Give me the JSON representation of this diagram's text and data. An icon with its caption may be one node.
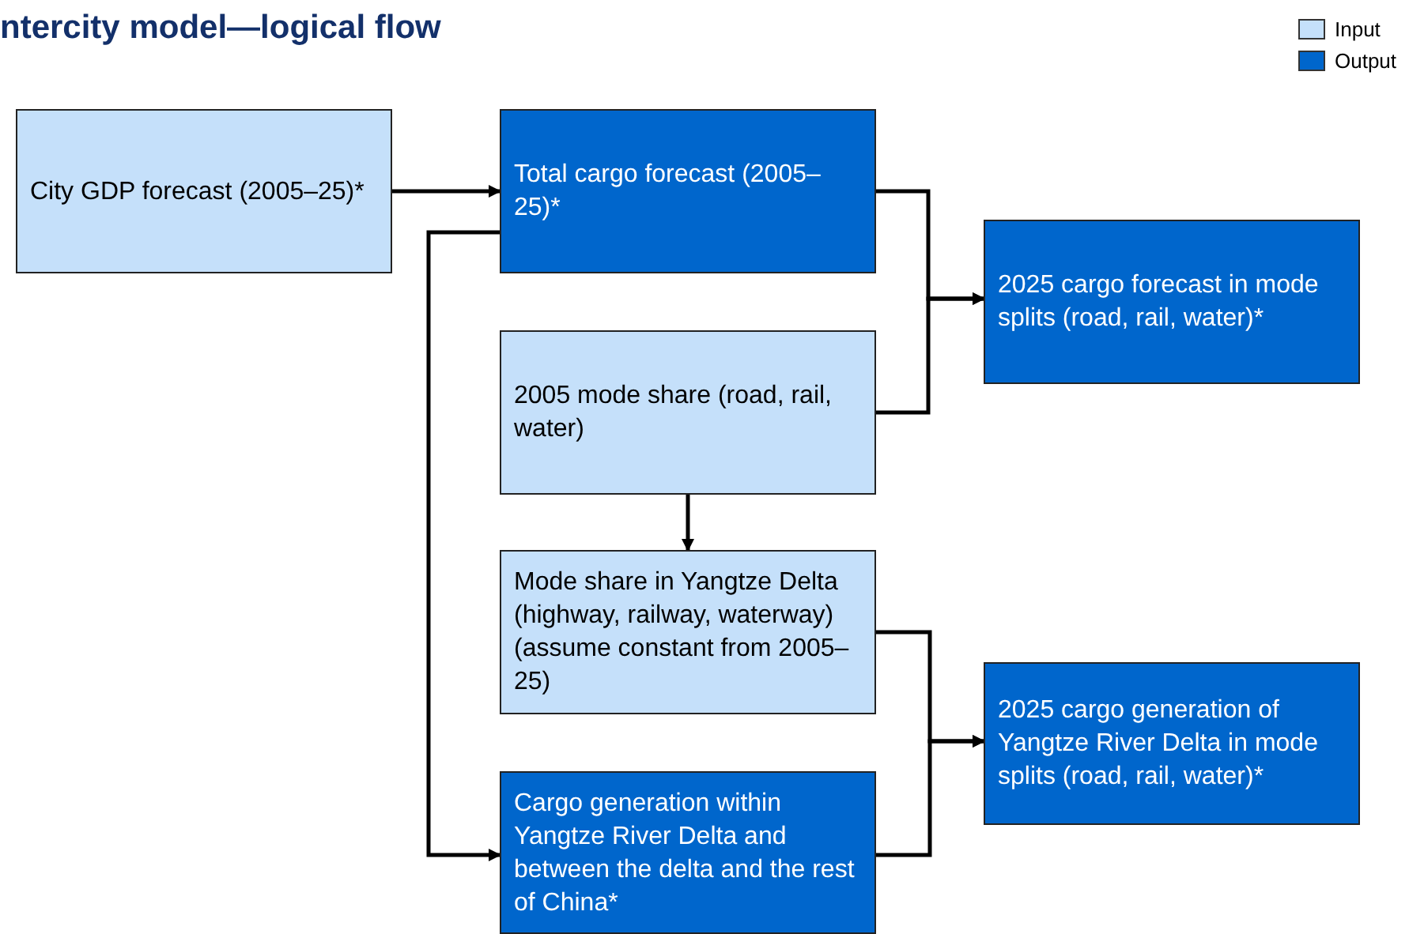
{
  "diagram": {
    "title": "ntercity model—logical flow",
    "nodes": [
      {
        "text": [
          "City GDP forecast (2005–25)*"
        ]
      },
      {
        "text": [
          "Total cargo forecast (2005–25)*"
        ]
      },
      {
        "text": [
          "2025 cargo forecast in mode splits (road, rail, water)*"
        ]
      },
      {
        "text": [
          "2005 mode share (road, rail, water)"
        ]
      },
      {
        "text": [
          "Mode share in Yangtze Delta (highway, railway, waterway) (assume constant from 2005–25)"
        ]
      },
      {
        "text": [
          "2025 cargo generation of Yangtze River Delta in mode splits (road, rail, water)*"
        ]
      },
      {
        "text": [
          "Cargo generation within Yangtze River Delta and between the delta and the rest of China*"
        ]
      }
    ],
    "edges": [
      {
        "from": 0,
        "to": 1,
        "arrow": "to"
      },
      {
        "from": 1,
        "to": 2,
        "arrow": "to"
      },
      {
        "from": 3,
        "to": 2,
        "arrow": "to"
      },
      {
        "from": 3,
        "to": 4,
        "arrow": "to"
      },
      {
        "from": 1,
        "to": 6,
        "arrow": "to"
      },
      {
        "from": 4,
        "to": 5,
        "arrow": "to"
      },
      {
        "from": 6,
        "to": 5,
        "arrow": "to"
      }
    ],
    "legend": [
      {
        "text": "Input",
        "color": "#c5e0fa"
      },
      {
        "text": "Output",
        "color": "#0066cc"
      }
    ]
  }
}
